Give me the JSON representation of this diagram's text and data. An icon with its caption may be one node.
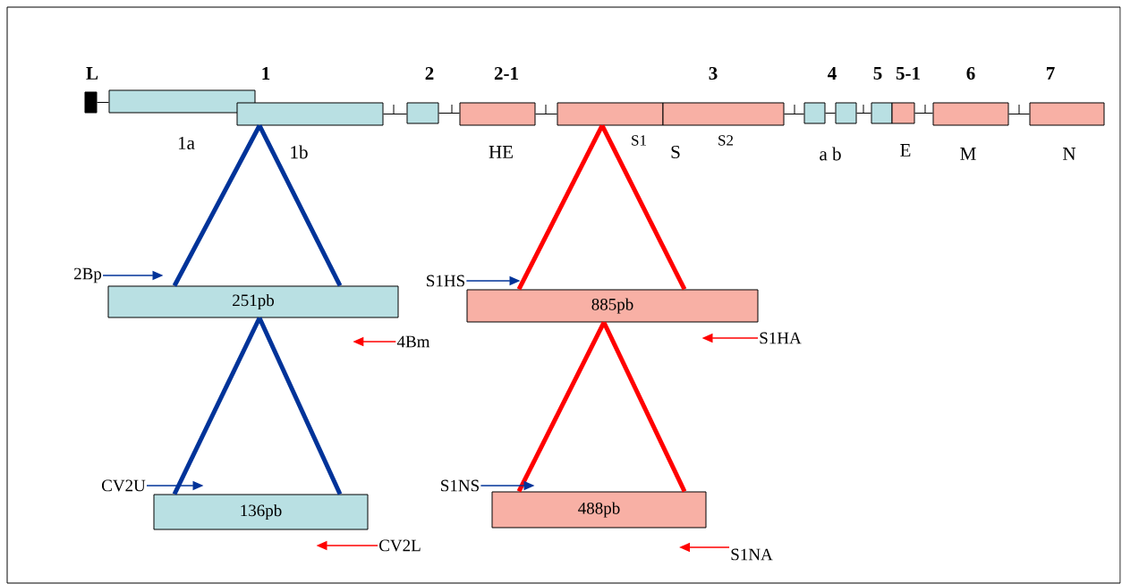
{
  "diagram": {
    "nodes": [
      {
        "text": [],
        "shape": "box",
        "beside": [
          "L"
        ]
      },
      {
        "text": [],
        "shape": "box",
        "beside": [
          "1a"
        ]
      },
      {
        "text": [],
        "shape": "box",
        "beside": [
          "1",
          "1b"
        ]
      },
      {
        "text": [],
        "shape": "box",
        "beside": [
          "2"
        ]
      },
      {
        "text": [],
        "shape": "box",
        "beside": [
          "2-1",
          "HE"
        ]
      },
      {
        "text": [],
        "shape": "box",
        "beside": [
          "S1"
        ]
      },
      {
        "text": [],
        "shape": "box",
        "beside": [
          "S2"
        ]
      },
      {
        "text": [],
        "shape": "box"
      },
      {
        "text": [],
        "shape": "box"
      },
      {
        "text": [],
        "shape": "box",
        "beside": [
          "5"
        ]
      },
      {
        "text": [],
        "shape": "box",
        "beside": [
          "5-1",
          "E"
        ]
      },
      {
        "text": [],
        "shape": "box",
        "beside": [
          "6",
          "M"
        ]
      },
      {
        "text": [],
        "shape": "box",
        "beside": [
          "7",
          "N"
        ]
      },
      {
        "text": [
          "251pb"
        ]
      },
      {
        "text": [
          "136pb"
        ]
      },
      {
        "text": [
          "885pb"
        ]
      },
      {
        "text": [
          "488pb"
        ]
      },
      {
        "text": [
          "2Bp"
        ]
      },
      {
        "text": [
          "4Bm"
        ]
      },
      {
        "text": [
          "CV2U"
        ]
      },
      {
        "text": [
          "CV2L"
        ]
      },
      {
        "text": [
          "S1HS"
        ]
      },
      {
        "text": [
          "S1HA"
        ]
      },
      {
        "text": [
          "S1NS"
        ]
      },
      {
        "text": [
          "S1NA"
        ]
      }
    ],
    "edges": [
      {
        "from": 2,
        "to": 13,
        "arrow": "none",
        "style": "thick",
        "color": "#003399"
      },
      {
        "from": 2,
        "to": 13,
        "arrow": "none",
        "style": "thick",
        "color": "#003399"
      },
      {
        "from": 13,
        "to": 14,
        "arrow": "none",
        "style": "thick",
        "color": "#003399"
      },
      {
        "from": 13,
        "to": 14,
        "arrow": "none",
        "style": "thick",
        "color": "#003399"
      },
      {
        "from": 5,
        "to": 15,
        "arrow": "none",
        "style": "thick",
        "color": "#ff0000"
      },
      {
        "from": 5,
        "to": 15,
        "arrow": "none",
        "style": "thick",
        "color": "#ff0000"
      },
      {
        "from": 15,
        "to": 16,
        "arrow": "none",
        "style": "thick",
        "color": "#ff0000"
      },
      {
        "from": 15,
        "to": 16,
        "arrow": "none",
        "style": "thick",
        "color": "#ff0000"
      },
      {
        "from": 17,
        "to": 13,
        "arrow": "to",
        "color": "#003399"
      },
      {
        "from": 18,
        "to": null,
        "arrow": "to",
        "color": "#ff0000"
      },
      {
        "from": 19,
        "to": 14,
        "arrow": "to",
        "color": "#003399"
      },
      {
        "from": 20,
        "to": 14,
        "arrow": "to",
        "color": "#ff0000"
      },
      {
        "from": 21,
        "to": 15,
        "arrow": "to",
        "color": "#003399"
      },
      {
        "from": 22,
        "to": 15,
        "arrow": "to",
        "color": "#ff0000"
      },
      {
        "from": 23,
        "to": 16,
        "arrow": "to",
        "color": "#003399"
      },
      {
        "from": 24,
        "to": null,
        "arrow": "to",
        "color": "#ff0000"
      },
      {
        "from": 0,
        "to": 1,
        "arrow": "none"
      },
      {
        "from": 2,
        "to": 3,
        "arrow": "none"
      },
      {
        "from": 3,
        "to": 4,
        "arrow": "none"
      },
      {
        "from": 4,
        "to": 5,
        "arrow": "none"
      },
      {
        "from": 6,
        "to": 7,
        "arrow": "none"
      },
      {
        "from": 7,
        "to": 8,
        "arrow": "none"
      },
      {
        "from": 8,
        "to": 9,
        "arrow": "none"
      },
      {
        "from": 10,
        "to": 11,
        "arrow": "none"
      },
      {
        "from": 11,
        "to": 12,
        "arrow": "none"
      }
    ],
    "labels": [
      "3",
      "S",
      "4",
      "a b"
    ]
  }
}
